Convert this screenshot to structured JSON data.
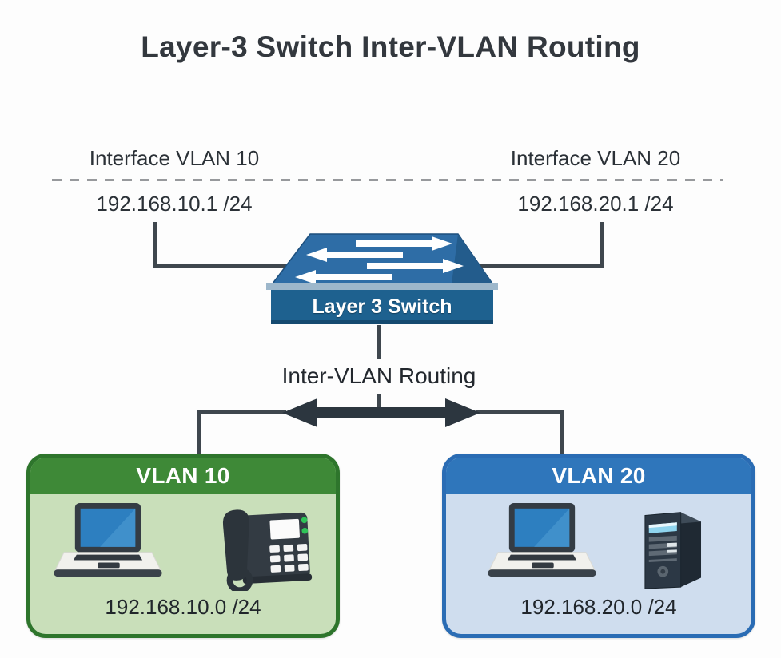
{
  "title": "Layer-3 Switch Inter-VLAN Routing",
  "interfaces": {
    "left": {
      "label": "Interface VLAN 10",
      "ip": "192.168.10.1 /24"
    },
    "right": {
      "label": "Interface VLAN 20",
      "ip": "192.168.20.1 /24"
    }
  },
  "switch": {
    "label": "Layer 3 Switch"
  },
  "routing": {
    "label": "Inter-VLAN Routing"
  },
  "vlans": [
    {
      "name": "VLAN 10",
      "subnet": "192.168.10.0 /24",
      "devices": [
        "laptop",
        "ip-phone"
      ]
    },
    {
      "name": "VLAN 20",
      "subnet": "192.168.20.0 /24",
      "devices": [
        "laptop",
        "server"
      ]
    }
  ],
  "colors": {
    "background": "#fdfdfd",
    "text": "#2b3137",
    "connector_line": "#3f474e",
    "bidirectional_arrow": "#2c363f",
    "dashed_line": "#97999c",
    "switch_top_face": "#2e6da6",
    "switch_front_face": "#1e618f",
    "vlan10_border": "#2e752c",
    "vlan10_header": "#3e8937",
    "vlan10_body": "#c9dfba",
    "vlan20_border": "#2a6cb4",
    "vlan20_header": "#2f76bb",
    "vlan20_body": "#cfddee"
  }
}
